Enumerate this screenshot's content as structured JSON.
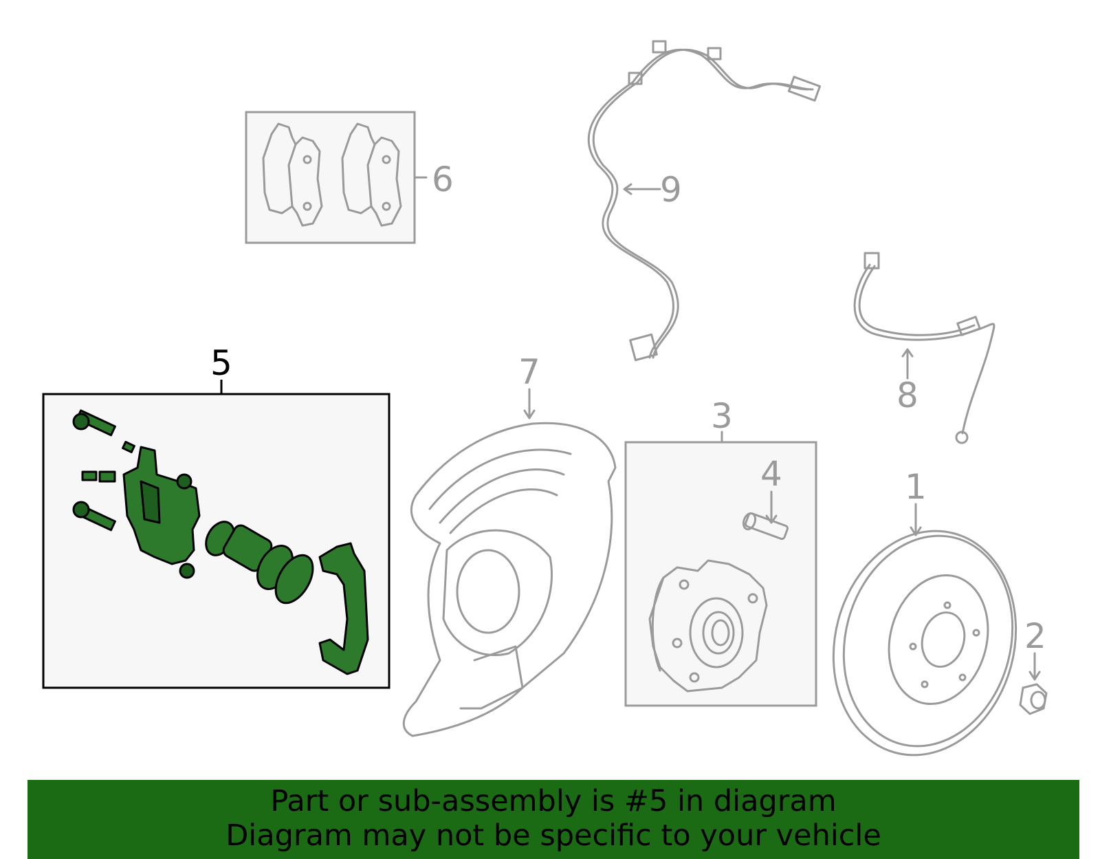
{
  "colors": {
    "highlight_part": "#2d7a2d",
    "banner_bg": "#1b6b14",
    "line_gray": "#9a9a9a",
    "box_fill": "#f7f7f7"
  },
  "callouts": {
    "c1": "1",
    "c2": "2",
    "c3": "3",
    "c4": "4",
    "c5": "5",
    "c6": "6",
    "c7": "7",
    "c8": "8",
    "c9": "9"
  },
  "banner": {
    "line1": "Part or sub-assembly is #5 in diagram",
    "line2": "Diagram may not be specific to your vehicle"
  }
}
